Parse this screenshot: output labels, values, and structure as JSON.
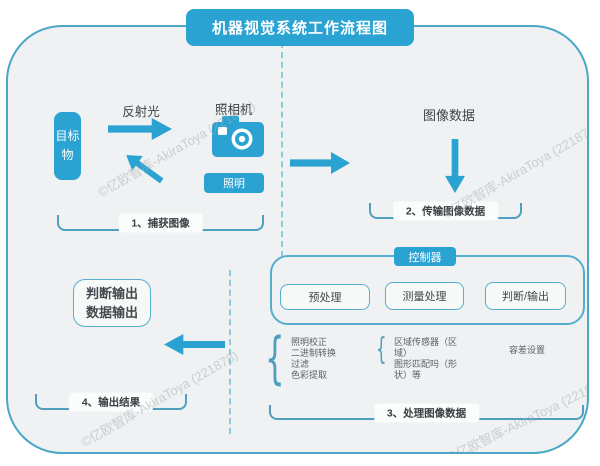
{
  "colors": {
    "accent": "#2aa3d2",
    "container_border": "#4ba7c7",
    "box_border": "#55aecd",
    "background": "#eff1f2",
    "dark_text": "#3e4347",
    "small_text": "#5b6268",
    "watermark": "#a4abb1"
  },
  "title": "机器视觉系统工作流程图",
  "watermark": "©亿欧智库-AkiraToya (221878)",
  "stage1": {
    "target": "目标物",
    "reflected_light": "反射光",
    "camera_label": "照相机",
    "lighting": "照明",
    "label": "1、捕获图像"
  },
  "stage2": {
    "image_data": "图像数据",
    "label": "2、传输图像数据"
  },
  "stage3": {
    "controller": "控制器",
    "preprocess": "预处理",
    "measure": "测量处理",
    "judge": "判断/输出",
    "preprocess_items": [
      "照明校正",
      "二进制转换",
      "过滤",
      "色彩提取"
    ],
    "measure_items": [
      "区域传感器（区域）",
      "图形匹配吗（形状）等"
    ],
    "judge_items": [
      "容差设置"
    ],
    "label": "3、处理图像数据"
  },
  "stage4": {
    "output_line1": "判断输出",
    "output_line2": "数据输出",
    "label": "4、输出结果"
  }
}
